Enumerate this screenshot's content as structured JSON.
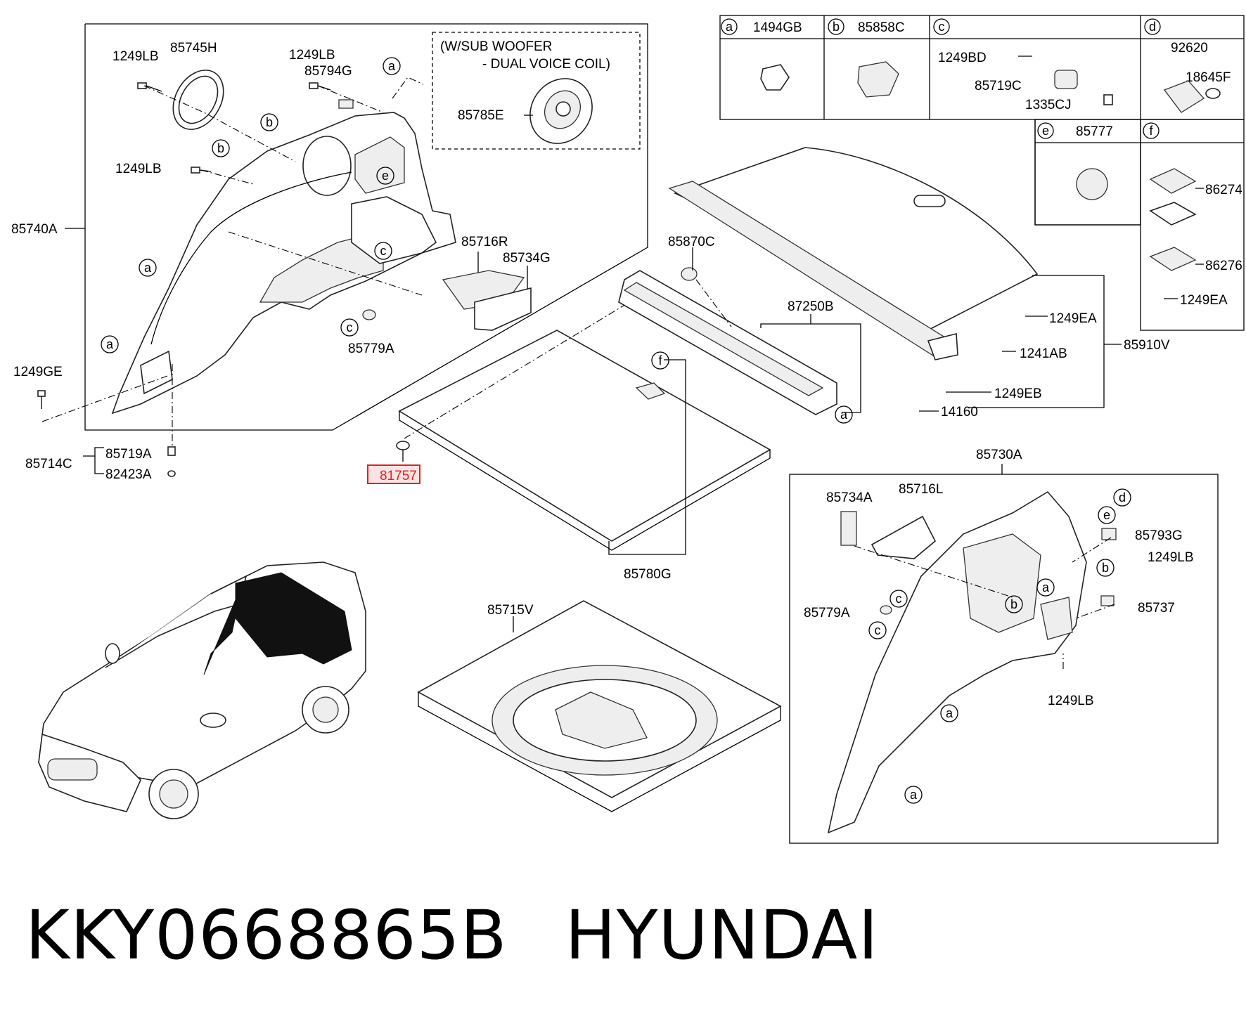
{
  "diagram": {
    "sub_woofer_note": {
      "line1": "(W/SUB WOOFER",
      "line2": "- DUAL VOICE COIL)"
    },
    "highlighted_part": "81757",
    "left_assembly": {
      "labels": [
        "1249LB",
        "85745H",
        "1249LB",
        "85794G",
        "1249LB",
        "85740A",
        "85716R",
        "85734G",
        "85779A",
        "1249GE",
        "85714C",
        "85719A",
        "82423A",
        "85785E"
      ]
    },
    "parts": {
      "p85870C": "85870C",
      "p87250B": "87250B",
      "p85780G": "85780G",
      "p85715V": "85715V",
      "p85910V": "85910V",
      "p1249EA_a": "1249EA",
      "p1241AB": "1241AB",
      "p1249EB": "1249EB",
      "p14160": "14160",
      "p85777": "85777",
      "p86274": "86274",
      "p86276": "86276",
      "p1249EA_b": "1249EA"
    },
    "legend": {
      "a": {
        "letter": "a",
        "part": "1494GB"
      },
      "b": {
        "letter": "b",
        "part": "85858C"
      },
      "c": {
        "letter": "c",
        "parts": [
          "1249BD",
          "85719C",
          "1335CJ"
        ]
      },
      "d": {
        "letter": "d",
        "parts": [
          "92620",
          "18645F"
        ]
      },
      "e": {
        "letter": "e",
        "part": "85777"
      },
      "f": {
        "letter": "f",
        "parts": [
          "86274",
          "86276",
          "1249EA"
        ]
      }
    },
    "right_assembly": {
      "title": "85730A",
      "labels": [
        "85734A",
        "85716L",
        "85793G",
        "1249LB",
        "85737",
        "85779A",
        "1249LB"
      ]
    },
    "callout_letters": {
      "a": "a",
      "b": "b",
      "c": "c",
      "d": "d",
      "e": "e",
      "f": "f"
    }
  },
  "footer": {
    "part_number": "KKY0668865B",
    "brand": "HYUNDAI"
  }
}
